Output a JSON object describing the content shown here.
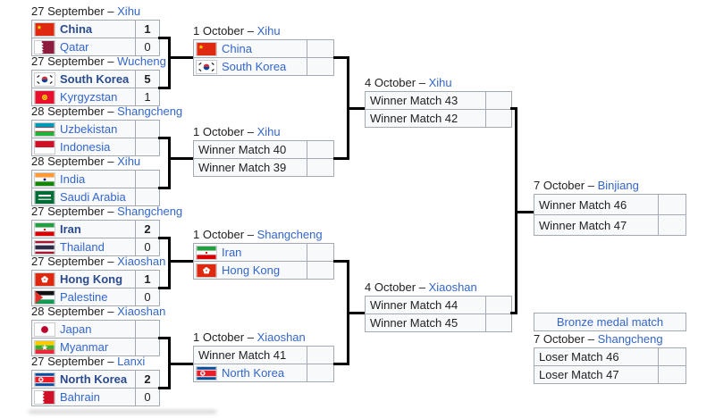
{
  "sep": " – ",
  "colors": {
    "link": "#3366cc",
    "winner_link": "#2a4b8d",
    "text": "#202122",
    "table_border": "#a2a9b1",
    "row_background": "#f8f9fa",
    "connector": "#000000"
  },
  "rounds": {
    "r16": [
      {
        "date": "27 September",
        "venue": "Xihu",
        "rows": [
          {
            "team": "China",
            "flag": "china",
            "score": "1",
            "winner": true
          },
          {
            "team": "Qatar",
            "flag": "qatar",
            "score": "0",
            "winner": false
          }
        ]
      },
      {
        "date": "27 September",
        "venue": "Wucheng",
        "rows": [
          {
            "team": "South Korea",
            "flag": "south-korea",
            "score": "5",
            "winner": true
          },
          {
            "team": "Kyrgyzstan",
            "flag": "kyrgyzstan",
            "score": "1",
            "winner": false
          }
        ]
      },
      {
        "date": "28 September",
        "venue": "Shangcheng",
        "rows": [
          {
            "team": "Uzbekistan",
            "flag": "uzbekistan",
            "score": "",
            "winner": false
          },
          {
            "team": "Indonesia",
            "flag": "indonesia",
            "score": "",
            "winner": false
          }
        ]
      },
      {
        "date": "28 September",
        "venue": "Xihu",
        "rows": [
          {
            "team": "India",
            "flag": "india",
            "score": "",
            "winner": false
          },
          {
            "team": "Saudi Arabia",
            "flag": "saudi-arabia",
            "score": "",
            "winner": false
          }
        ]
      },
      {
        "date": "27 September",
        "venue": "Shangcheng",
        "rows": [
          {
            "team": "Iran",
            "flag": "iran",
            "score": "2",
            "winner": true
          },
          {
            "team": "Thailand",
            "flag": "thailand",
            "score": "0",
            "winner": false
          }
        ]
      },
      {
        "date": "27 September",
        "venue": "Xiaoshan",
        "rows": [
          {
            "team": "Hong Kong",
            "flag": "hong-kong",
            "score": "1",
            "winner": true
          },
          {
            "team": "Palestine",
            "flag": "palestine",
            "score": "0",
            "winner": false
          }
        ]
      },
      {
        "date": "28 September",
        "venue": "Xiaoshan",
        "rows": [
          {
            "team": "Japan",
            "flag": "japan",
            "score": "",
            "winner": false
          },
          {
            "team": "Myanmar",
            "flag": "myanmar",
            "score": "",
            "winner": false
          }
        ]
      },
      {
        "date": "27 September",
        "venue": "Lanxi",
        "rows": [
          {
            "team": "North Korea",
            "flag": "north-korea",
            "score": "2",
            "winner": true
          },
          {
            "team": "Bahrain",
            "flag": "bahrain",
            "score": "0",
            "winner": false
          }
        ]
      }
    ],
    "quarterfinals": [
      {
        "date": "1 October",
        "venue": "Xihu",
        "rows": [
          {
            "team": "China",
            "flag": "china",
            "score": "",
            "winner": false
          },
          {
            "team": "South Korea",
            "flag": "south-korea",
            "score": "",
            "winner": false
          }
        ]
      },
      {
        "date": "1 October",
        "venue": "Xihu",
        "rows": [
          {
            "team": "Winner Match 40",
            "flag": null,
            "score": "",
            "winner": false
          },
          {
            "team": "Winner Match 39",
            "flag": null,
            "score": "",
            "winner": false
          }
        ]
      },
      {
        "date": "1 October",
        "venue": "Shangcheng",
        "rows": [
          {
            "team": "Iran",
            "flag": "iran",
            "score": "",
            "winner": false
          },
          {
            "team": "Hong Kong",
            "flag": "hong-kong",
            "score": "",
            "winner": false
          }
        ]
      },
      {
        "date": "1 October",
        "venue": "Xiaoshan",
        "rows": [
          {
            "team": "Winner Match 41",
            "flag": null,
            "score": "",
            "winner": false
          },
          {
            "team": "North Korea",
            "flag": "north-korea",
            "score": "",
            "winner": false
          }
        ]
      }
    ],
    "semifinals": [
      {
        "date": "4 October",
        "venue": "Xihu",
        "rows": [
          {
            "team": "Winner Match 43",
            "flag": null,
            "score": "",
            "winner": false
          },
          {
            "team": "Winner Match 42",
            "flag": null,
            "score": "",
            "winner": false
          }
        ]
      },
      {
        "date": "4 October",
        "venue": "Xiaoshan",
        "rows": [
          {
            "team": "Winner Match 44",
            "flag": null,
            "score": "",
            "winner": false
          },
          {
            "team": "Winner Match 45",
            "flag": null,
            "score": "",
            "winner": false
          }
        ]
      }
    ],
    "final": {
      "date": "7 October",
      "venue": "Binjiang",
      "rows": [
        {
          "team": "Winner Match 46",
          "flag": null,
          "score": "",
          "winner": false
        },
        {
          "team": "Winner Match 47",
          "flag": null,
          "score": "",
          "winner": false
        }
      ]
    },
    "bronze": {
      "label": "Bronze medal match",
      "date": "7 October",
      "venue": "Shangcheng",
      "rows": [
        {
          "team": "Loser Match 46",
          "flag": null,
          "score": "",
          "winner": false
        },
        {
          "team": "Loser Match 47",
          "flag": null,
          "score": "",
          "winner": false
        }
      ]
    }
  }
}
